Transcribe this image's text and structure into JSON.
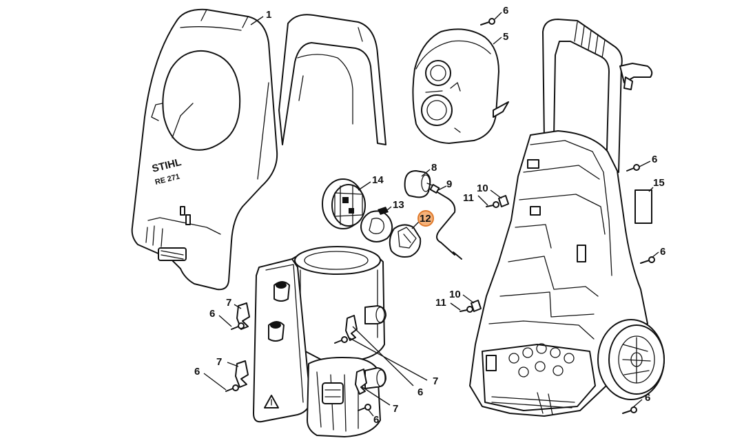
{
  "branding": {
    "logo_text": "STIHL",
    "model_text": "RE 271"
  },
  "callouts": [
    {
      "id": "c1",
      "text": "1"
    },
    {
      "id": "c6a",
      "text": "6"
    },
    {
      "id": "c5",
      "text": "5"
    },
    {
      "id": "c8",
      "text": "8"
    },
    {
      "id": "c9",
      "text": "9"
    },
    {
      "id": "c14",
      "text": "14"
    },
    {
      "id": "c13",
      "text": "13"
    },
    {
      "id": "c12",
      "text": "12",
      "highlighted": true
    },
    {
      "id": "c6b",
      "text": "6"
    },
    {
      "id": "c15",
      "text": "15"
    },
    {
      "id": "c10a",
      "text": "10"
    },
    {
      "id": "c11a",
      "text": "11"
    },
    {
      "id": "c6c",
      "text": "6"
    },
    {
      "id": "c10b",
      "text": "10"
    },
    {
      "id": "c11b",
      "text": "11"
    },
    {
      "id": "c7a",
      "text": "7"
    },
    {
      "id": "c6d",
      "text": "6"
    },
    {
      "id": "c7b",
      "text": "7"
    },
    {
      "id": "c6e",
      "text": "6"
    },
    {
      "id": "c7c",
      "text": "7"
    },
    {
      "id": "c6f",
      "text": "6"
    },
    {
      "id": "c7d",
      "text": "7"
    },
    {
      "id": "c6g",
      "text": "6"
    },
    {
      "id": "c6h",
      "text": "6"
    }
  ],
  "colors": {
    "line": "#111111",
    "background": "#ffffff",
    "highlight_fill": "#f5b27a",
    "highlight_stroke": "#e07a2c"
  }
}
